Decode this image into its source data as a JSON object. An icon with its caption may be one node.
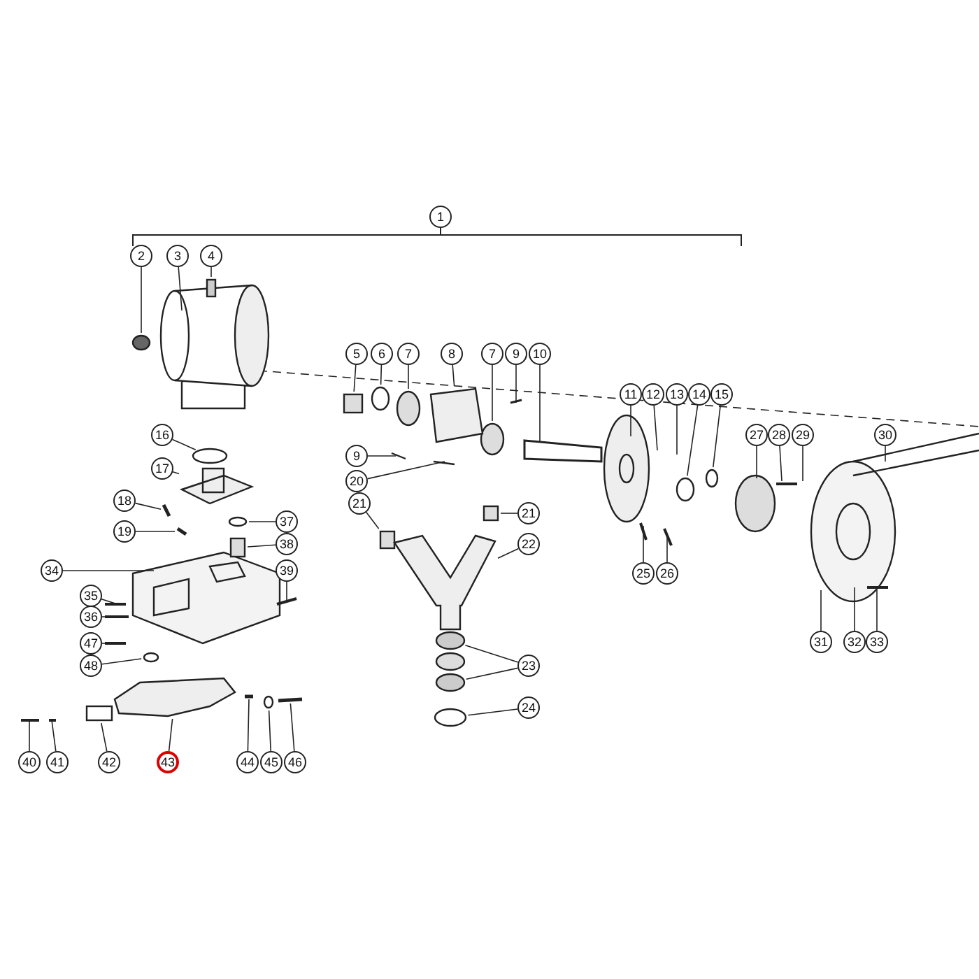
{
  "diagram": {
    "nodes": [
      {
        "text": [
          "1"
        ]
      },
      {
        "text": [
          "2"
        ]
      },
      {
        "text": [
          "3"
        ]
      },
      {
        "text": [
          "4"
        ]
      },
      {
        "text": [
          "5"
        ]
      },
      {
        "text": [
          "6"
        ]
      },
      {
        "text": [
          "7"
        ]
      },
      {
        "text": [
          "8"
        ]
      },
      {
        "text": [
          "7"
        ]
      },
      {
        "text": [
          "9"
        ]
      },
      {
        "text": [
          "10"
        ]
      },
      {
        "text": [
          "11"
        ]
      },
      {
        "text": [
          "12"
        ]
      },
      {
        "text": [
          "13"
        ]
      },
      {
        "text": [
          "14"
        ]
      },
      {
        "text": [
          "15"
        ]
      },
      {
        "text": [
          "16"
        ]
      },
      {
        "text": [
          "27"
        ]
      },
      {
        "text": [
          "28"
        ]
      },
      {
        "text": [
          "29"
        ]
      },
      {
        "text": [
          "30"
        ]
      },
      {
        "text": [
          "9"
        ]
      },
      {
        "text": [
          "17"
        ]
      },
      {
        "text": [
          "20"
        ]
      },
      {
        "text": [
          "18"
        ]
      },
      {
        "text": [
          "21"
        ]
      },
      {
        "text": [
          "21"
        ]
      },
      {
        "text": [
          "37"
        ]
      },
      {
        "text": [
          "19"
        ]
      },
      {
        "text": [
          "38"
        ]
      },
      {
        "text": [
          "22"
        ]
      },
      {
        "text": [
          "34"
        ]
      },
      {
        "text": [
          "39"
        ]
      },
      {
        "text": [
          "25"
        ]
      },
      {
        "text": [
          "26"
        ]
      },
      {
        "text": [
          "35"
        ]
      },
      {
        "text": [
          "36"
        ]
      },
      {
        "text": [
          "47"
        ]
      },
      {
        "text": [
          "48"
        ]
      },
      {
        "text": [
          "23"
        ]
      },
      {
        "text": [
          "31"
        ]
      },
      {
        "text": [
          "32"
        ]
      },
      {
        "text": [
          "33"
        ]
      },
      {
        "text": [
          "24"
        ]
      },
      {
        "text": [
          "40"
        ]
      },
      {
        "text": [
          "41"
        ]
      },
      {
        "text": [
          "42"
        ]
      },
      {
        "text": [
          "43"
        ]
      },
      {
        "text": [
          "44"
        ]
      },
      {
        "text": [
          "45"
        ]
      },
      {
        "text": [
          "46"
        ]
      },
      {
        "text": [],
        "shape": "circle"
      },
      {
        "text": [],
        "shape": "box"
      },
      {
        "text": [],
        "shape": "box"
      },
      {
        "text": [],
        "shape": "circle"
      },
      {
        "text": [],
        "shape": "circle"
      },
      {
        "text": [],
        "shape": "circle"
      },
      {
        "text": [],
        "shape": "circle"
      },
      {
        "text": [],
        "shape": "circle"
      },
      {
        "text": [],
        "shape": "picture"
      },
      {
        "text": [],
        "shape": "box"
      },
      {
        "text": [],
        "shape": "box"
      },
      {
        "text": [],
        "shape": "circle"
      },
      {
        "text": [],
        "shape": "box"
      },
      {
        "text": [],
        "shape": "circle"
      },
      {
        "text": [],
        "shape": "circle"
      },
      {
        "text": [],
        "shape": "circle"
      },
      {
        "text": [],
        "shape": "circle"
      },
      {
        "text": [],
        "shape": "circle"
      },
      {
        "text": [],
        "shape": "bar"
      },
      {
        "text": [],
        "shape": "picture"
      },
      {
        "text": [],
        "shape": "picture"
      },
      {
        "text": [],
        "shape": "bar"
      },
      {
        "text": [],
        "shape": "picture"
      },
      {
        "text": [],
        "shape": "box"
      },
      {
        "text": [],
        "shape": "bar"
      },
      {
        "text": [],
        "shape": "circle"
      },
      {
        "text": [],
        "shape": "bar"
      }
    ],
    "edges": [
      {
        "from": 1,
        "to": 51,
        "arrow": "none"
      },
      {
        "from": 2,
        "to": null,
        "arrow": "none"
      },
      {
        "from": 3,
        "to": 52,
        "arrow": "none"
      },
      {
        "from": 4,
        "to": 53,
        "arrow": "none"
      },
      {
        "from": 5,
        "to": 54,
        "arrow": "none"
      },
      {
        "from": 6,
        "to": 55,
        "arrow": "none"
      },
      {
        "from": 7,
        "to": 71,
        "arrow": "none"
      },
      {
        "from": 8,
        "to": 56,
        "arrow": "none"
      },
      {
        "from": 9,
        "to": null,
        "arrow": "none"
      },
      {
        "from": 10,
        "to": null,
        "arrow": "none"
      },
      {
        "from": 11,
        "to": null,
        "arrow": "none"
      },
      {
        "from": 12,
        "to": null,
        "arrow": "none"
      },
      {
        "from": 13,
        "to": null,
        "arrow": "none"
      },
      {
        "from": 14,
        "to": 57,
        "arrow": "none"
      },
      {
        "from": 15,
        "to": 68,
        "arrow": "none"
      },
      {
        "from": 16,
        "to": 58,
        "arrow": "none"
      },
      {
        "from": 17,
        "to": null,
        "arrow": "none"
      },
      {
        "from": 18,
        "to": null,
        "arrow": "none"
      },
      {
        "from": 19,
        "to": null,
        "arrow": "none"
      },
      {
        "from": 20,
        "to": null,
        "arrow": "none"
      },
      {
        "from": 21,
        "to": null,
        "arrow": "none"
      },
      {
        "from": 22,
        "to": 59,
        "arrow": "none"
      },
      {
        "from": 23,
        "to": null,
        "arrow": "none"
      },
      {
        "from": 24,
        "to": 69,
        "arrow": "none"
      },
      {
        "from": 25,
        "to": 60,
        "arrow": "none"
      },
      {
        "from": 26,
        "to": 61,
        "arrow": "none"
      },
      {
        "from": 27,
        "to": 62,
        "arrow": "none"
      },
      {
        "from": 28,
        "to": 72,
        "arrow": "none"
      },
      {
        "from": 29,
        "to": 63,
        "arrow": "none"
      },
      {
        "from": 30,
        "to": 70,
        "arrow": "none"
      },
      {
        "from": 31,
        "to": null,
        "arrow": "none"
      },
      {
        "from": 32,
        "to": null,
        "arrow": "none"
      },
      {
        "from": 33,
        "to": null,
        "arrow": "none"
      },
      {
        "from": 34,
        "to": null,
        "arrow": "none"
      },
      {
        "from": 35,
        "to": null,
        "arrow": "none"
      },
      {
        "from": 36,
        "to": null,
        "arrow": "none"
      },
      {
        "from": 37,
        "to": null,
        "arrow": "none"
      },
      {
        "from": 38,
        "to": 64,
        "arrow": "none"
      },
      {
        "from": 39,
        "to": 65,
        "arrow": "none"
      },
      {
        "from": 39,
        "to": 66,
        "arrow": "none"
      },
      {
        "from": 40,
        "to": null,
        "arrow": "none"
      },
      {
        "from": 41,
        "to": null,
        "arrow": "none"
      },
      {
        "from": 42,
        "to": null,
        "arrow": "none"
      },
      {
        "from": 43,
        "to": 67,
        "arrow": "none"
      },
      {
        "from": 44,
        "to": null,
        "arrow": "none"
      },
      {
        "from": 45,
        "to": null,
        "arrow": "none"
      },
      {
        "from": 46,
        "to": 74,
        "arrow": "none"
      },
      {
        "from": 47,
        "to": 73,
        "arrow": "none"
      },
      {
        "from": 48,
        "to": 75,
        "arrow": "none"
      },
      {
        "from": 49,
        "to": 76,
        "arrow": "none"
      },
      {
        "from": 50,
        "to": 77,
        "arrow": "none"
      }
    ]
  }
}
